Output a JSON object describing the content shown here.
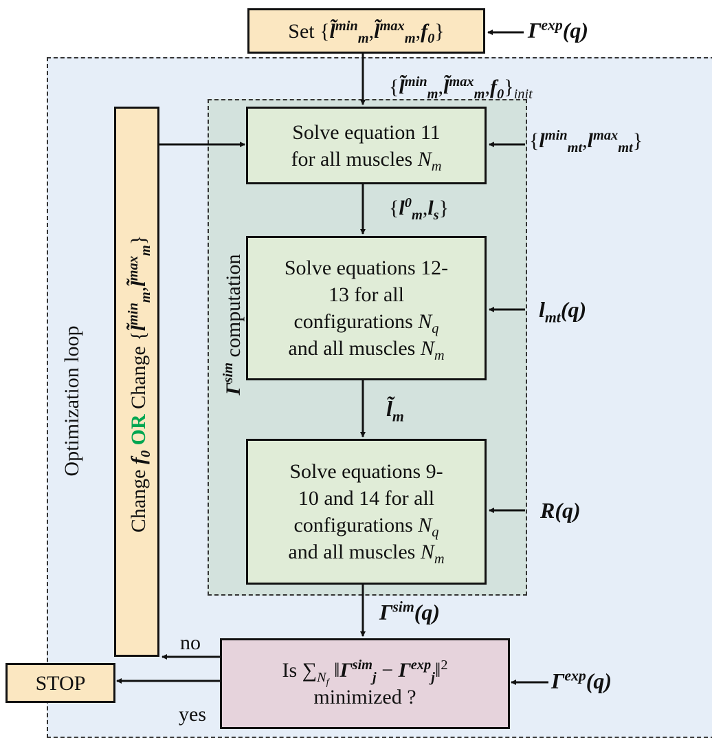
{
  "regions": {
    "optimization_loop": "Optimization loop",
    "sim_computation_symbol": "Γ",
    "sim_computation_sup": "sim",
    "sim_computation_text": " computation"
  },
  "nodes": {
    "set_box": {
      "prefix": "Set {",
      "l": "l̃",
      "sup1": "min",
      "sub1": "m",
      "comma1": ",",
      "sup2": "max",
      "sub2": "m",
      "comma2": ",",
      "f": "f",
      "f_sub": "0",
      "suffix": "}"
    },
    "solve11": {
      "line1": "Solve equation 11",
      "line2_prefix": "for all muscles ",
      "var": "N",
      "var_sub": "m"
    },
    "solve12": {
      "line1": "Solve equations 12-",
      "line2": "13 for all",
      "line3_prefix": "configurations ",
      "var1": "N",
      "var1_sub": "q",
      "line4_prefix": "and all muscles ",
      "var2": "N",
      "var2_sub": "m"
    },
    "solve9": {
      "line1": "Solve equations 9-",
      "line2": "10 and 14 for all",
      "line3_prefix": "configurations ",
      "var1": "N",
      "var1_sub": "q",
      "line4_prefix": "and all muscles ",
      "var2": "N",
      "var2_sub": "m"
    },
    "decision": {
      "prefix": "Is ",
      "sum": "∑",
      "sum_sub": "N",
      "sum_sub_sub": "f",
      "norm_open": " ‖",
      "g1": "Γ",
      "g1_sup": "sim",
      "g1_sub": "j",
      "minus": " − ",
      "g2": "Γ",
      "g2_sup": "exp",
      "g2_sub": "j",
      "norm_close": "‖",
      "power": "2",
      "line2": "minimized ?"
    },
    "change": {
      "p1": "Change ",
      "f": "f",
      "f_sub": "0",
      "or": "OR",
      "p2": " Change {",
      "l": "l̃",
      "sup1": "min",
      "sub1": "m",
      "comma": ",",
      "sup2": "max",
      "sub2": "m",
      "close": "}"
    },
    "stop": "STOP"
  },
  "inputs": {
    "gamma_exp_top": {
      "g": "Γ",
      "sup": "exp",
      "arg": "(q)"
    },
    "lmt_minmax": {
      "open": "{",
      "l": "l",
      "sup1": "min",
      "sub1": "mt",
      "comma": ",",
      "sup2": "max",
      "sub2": "mt",
      "close": "}"
    },
    "lmt_q": {
      "l": "l",
      "sub": "mt",
      "arg": "(q)"
    },
    "R_q": {
      "R": "R",
      "arg": "(q)"
    },
    "gamma_exp_bottom": {
      "g": "Γ",
      "sup": "exp",
      "arg": "(q)"
    }
  },
  "flows": {
    "init": {
      "open": "{",
      "l": "l̃",
      "sup1": "min",
      "sub1": "m",
      "comma1": ",",
      "sup2": "max",
      "sub2": "m",
      "comma2": ",",
      "f": "f",
      "f_sub": "0",
      "close": "}",
      "init_sub": "init"
    },
    "l0_ls": {
      "open": "{",
      "l0": "l",
      "l0_sup": "0",
      "l0_sub": "m",
      "comma": ",",
      "ls": "l",
      "ls_sub": "s",
      "close": "}"
    },
    "l_tilde_m": {
      "l": "l̃",
      "sub": "m"
    },
    "gamma_sim_q": {
      "g": "Γ",
      "sup": "sim",
      "arg": "(q)"
    },
    "no": "no",
    "yes": "yes"
  },
  "colors": {
    "outer_bg": "#e6eef8",
    "inner_bg": "#d3e2dd",
    "box_green": "#e0ecd7",
    "box_cream": "#fbe7c1",
    "box_pink": "#e6d3dc",
    "or_green": "#00a651"
  }
}
